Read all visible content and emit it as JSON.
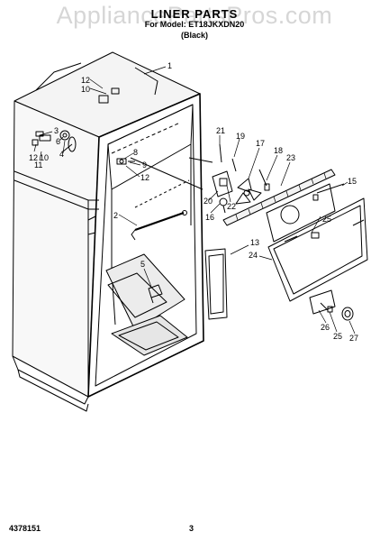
{
  "header": {
    "title": "LINER PARTS",
    "model": "For Model: ET18JKXDN20",
    "note": "(Black)"
  },
  "watermark": "AppliancePartsPros.com",
  "footer": {
    "doc_number": "4378151",
    "page_number": "3"
  },
  "callouts": {
    "c1": "1",
    "c12a": "12",
    "c10a": "10",
    "c3": "3",
    "c6": "6",
    "c12b": "12",
    "c10b": "10",
    "c4": "4",
    "c11": "11",
    "c8": "8",
    "c9": "9",
    "c12c": "12",
    "c2": "2",
    "c5": "5",
    "c21": "21",
    "c19": "19",
    "c17": "17",
    "c18": "18",
    "c23": "23",
    "c15": "15",
    "c16": "16",
    "c22": "22",
    "c20": "20",
    "c25a": "25",
    "c13": "13",
    "c24": "24",
    "c26": "26",
    "c25b": "25",
    "c27": "27"
  }
}
